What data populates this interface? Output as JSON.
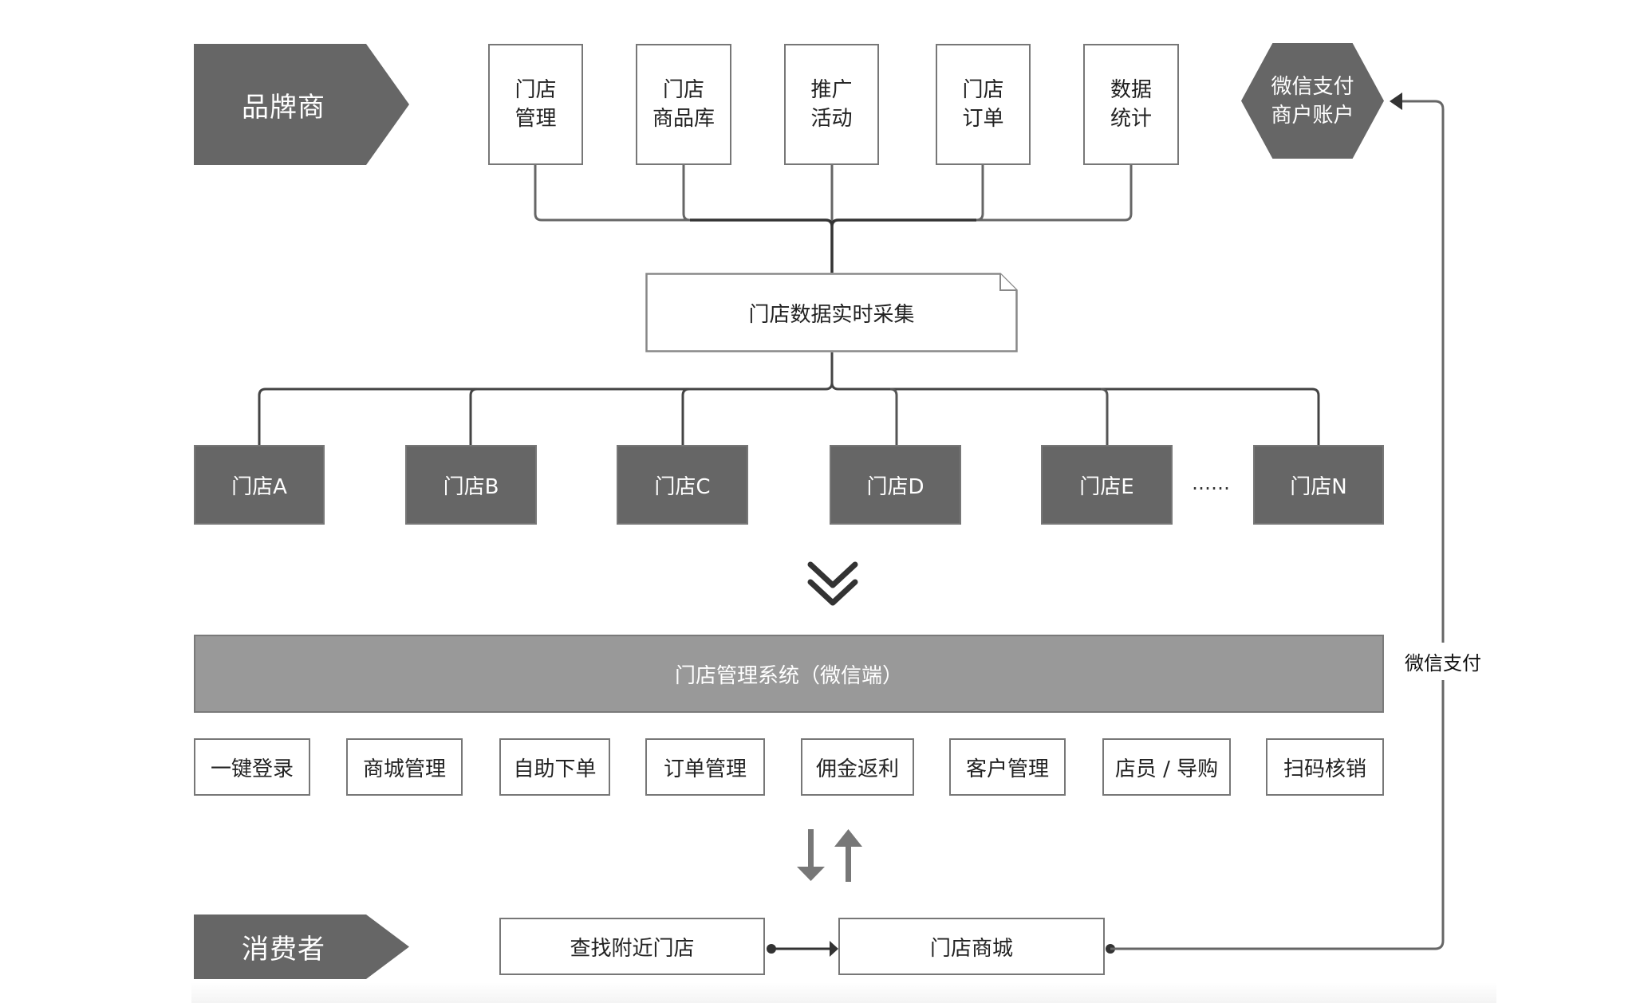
{
  "brand": {
    "label": "品牌商"
  },
  "brand_functions": [
    {
      "label": "门店\n管理"
    },
    {
      "label": "门店\n商品库"
    },
    {
      "label": "推广\n活动"
    },
    {
      "label": "门店\n订单"
    },
    {
      "label": "数据\n统计"
    }
  ],
  "wechat_account": {
    "label": "微信支付\n商户账户"
  },
  "data_collection": {
    "label": "门店数据实时采集"
  },
  "stores": [
    {
      "label": "门店A"
    },
    {
      "label": "门店B"
    },
    {
      "label": "门店C"
    },
    {
      "label": "门店D"
    },
    {
      "label": "门店E"
    },
    {
      "label": "门店N"
    }
  ],
  "stores_ellipsis": "……",
  "system": {
    "label": "门店管理系统（微信端）"
  },
  "features": [
    {
      "label": "一键登录"
    },
    {
      "label": "商城管理"
    },
    {
      "label": "自助下单"
    },
    {
      "label": "订单管理"
    },
    {
      "label": "佣金返利"
    },
    {
      "label": "客户管理"
    },
    {
      "label": "店员 / 导购"
    },
    {
      "label": "扫码核销"
    }
  ],
  "consumer": {
    "label": "消费者"
  },
  "consumer_flow": [
    {
      "label": "查找附近门店"
    },
    {
      "label": "门店商城"
    }
  ],
  "payment_edge_label": "微信支付",
  "colors": {
    "dark_fill": "#666666",
    "system_fill": "#999999",
    "border": "#777777",
    "line": "#555555",
    "connector": "#333333"
  }
}
